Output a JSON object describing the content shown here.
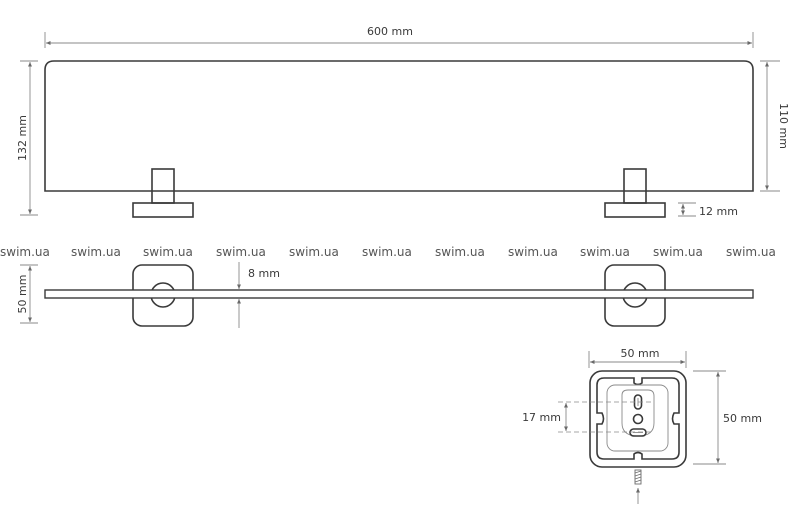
{
  "front_view": {
    "width_label": "600 mm",
    "left_height_label": "132 mm",
    "right_height_label": "110 mm",
    "bracket_label": "12 mm"
  },
  "top_view": {
    "depth_label": "50 mm",
    "thickness_label": "8 mm"
  },
  "detail_view": {
    "width_label": "50 mm",
    "height_label": "50 mm",
    "hole_spacing_label": "17 mm"
  },
  "watermark": {
    "text": [
      "swim.ua",
      "swim.ua",
      "swim.ua",
      "swim.ua",
      "swim.ua",
      "swim.ua",
      "swim.ua",
      "swim.ua",
      "swim.ua",
      "swim.ua",
      "swim.ua"
    ]
  },
  "colors": {
    "line": "#3a3a3a",
    "dimension": "#8a8a8a"
  }
}
